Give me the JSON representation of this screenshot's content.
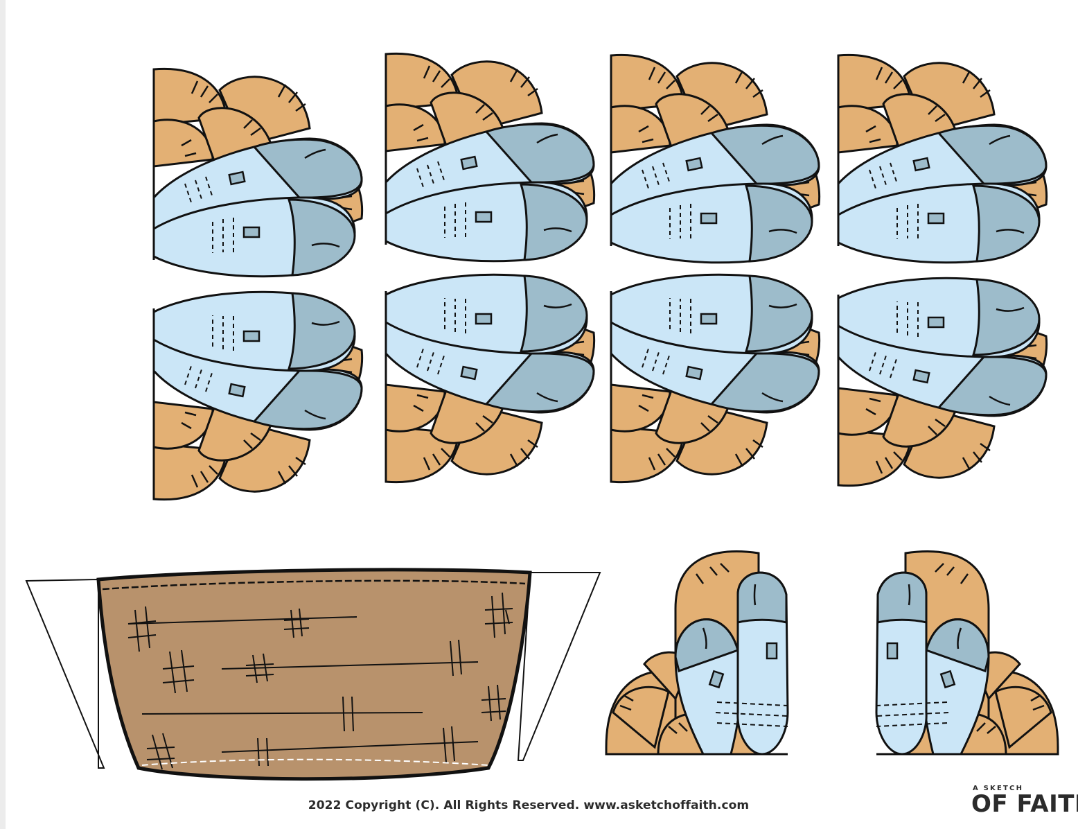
{
  "footer": {
    "copyright": "2022 Copyright (C). All Rights Reserved. www.asketchoffaith.com"
  },
  "logo": {
    "small_text": "A SKETCH",
    "big_text": "OF FAITH"
  },
  "colors": {
    "bread": "#e3b074",
    "fish_body": "#cbe6f7",
    "fish_head": "#9dbccb",
    "basket": "#b8926c",
    "outline": "#111111"
  },
  "pieces": {
    "bread_fish_half_cards": 8,
    "basket": 1,
    "bread_fish_bundle_halves": 2
  }
}
